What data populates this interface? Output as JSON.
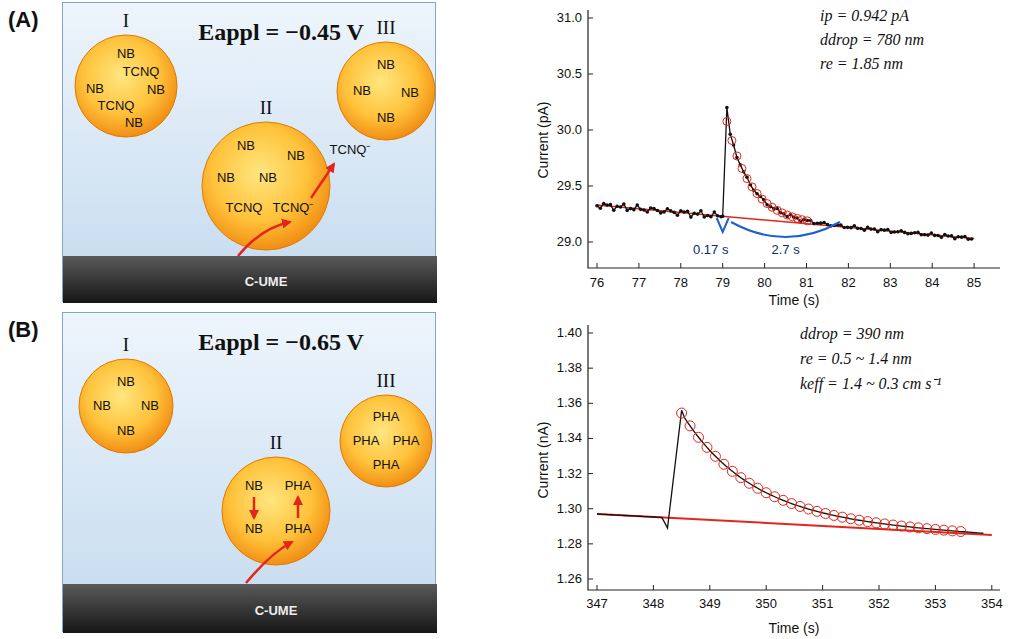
{
  "diagram": {
    "nodes": [
      {
        "text": [
          "Eappl = −0.45 V"
        ]
      },
      {
        "text": [
          "I",
          "NB",
          "TCNQ",
          "NB",
          "TCNQ",
          "NB",
          "NB"
        ],
        "in": 0
      },
      {
        "text": [
          "II",
          "NB",
          "NB",
          "NB",
          "NB",
          "TCNQ",
          "TCNQ⁻"
        ],
        "in": 0
      },
      {
        "text": [
          "III",
          "NB",
          "NB",
          "NB",
          "NB"
        ],
        "in": 0
      },
      {
        "text": [
          "C-UME"
        ],
        "in": 0
      },
      {
        "text": [
          "Eappl = −0.65 V"
        ]
      },
      {
        "text": [
          "I",
          "NB",
          "NB",
          "NB",
          "NB"
        ],
        "in": 5
      },
      {
        "text": [
          "II",
          "NB",
          "PHA",
          "NB",
          "PHA"
        ],
        "in": 5
      },
      {
        "text": [
          "III",
          "PHA",
          "PHA",
          "PHA",
          "PHA"
        ],
        "in": 5
      },
      {
        "text": [
          "C-UME"
        ],
        "in": 5
      }
    ],
    "edges": [
      {
        "from": 1,
        "to": 2,
        "arrow": "to"
      },
      {
        "from": 2,
        "to": 3,
        "arrow": "to"
      },
      {
        "from": 6,
        "to": 7,
        "arrow": "to"
      },
      {
        "from": 7,
        "to": 8,
        "arrow": "to"
      }
    ],
    "labels": [
      "(A)",
      "TCNQ⁻",
      "(B)",
      "Current (pA)",
      "Time (s)",
      "29.0",
      "29.5",
      "30.0",
      "30.5",
      "31.0",
      "76",
      "77",
      "78",
      "79",
      "80",
      "81",
      "82",
      "83",
      "84",
      "85",
      "ip = 0.942 pA",
      "ddrop = 780 nm",
      "re = 1.85 nm",
      "0.17 s",
      "2.7 s",
      "Current (nA)",
      "Time (s)",
      "1.26",
      "1.28",
      "1.30",
      "1.32",
      "1.34",
      "1.36",
      "1.38",
      "1.40",
      "347",
      "348",
      "349",
      "350",
      "351",
      "352",
      "353",
      "354",
      "ddrop = 390 nm",
      "re = 0.5 ~ 1.4 nm",
      "keff = 1.4 ~ 0.3 cm s⁻¹"
    ]
  }
}
